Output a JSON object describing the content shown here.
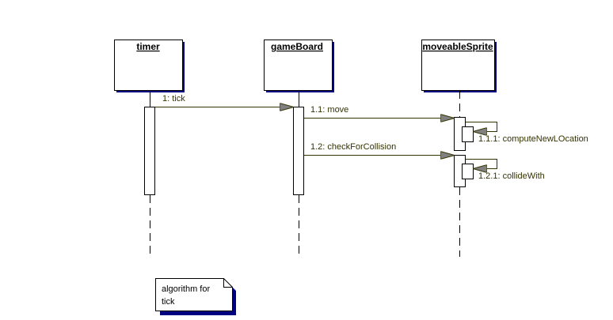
{
  "diagram": {
    "type": "UML sequence diagram",
    "colors": {
      "box_border": "#000000",
      "box_shadow": "#000080",
      "message_line": "#333300",
      "arrowhead_fill": "#808080",
      "label_text": "#333300"
    },
    "objects": [
      {
        "id": "timer",
        "name": "timer"
      },
      {
        "id": "gameBoard",
        "name": "gameBoard"
      },
      {
        "id": "moveableSprite",
        "name": "moveableSprite"
      }
    ],
    "messages": [
      {
        "id": "m1",
        "label": "1: tick",
        "from": "timer",
        "to": "gameBoard"
      },
      {
        "id": "m11",
        "label": "1.1: move",
        "from": "gameBoard",
        "to": "moveableSprite"
      },
      {
        "id": "m111",
        "label": "1.1.1: computeNewLOcation",
        "from": "moveableSprite",
        "to": "moveableSprite"
      },
      {
        "id": "m12",
        "label": "1.2: checkForCollision",
        "from": "gameBoard",
        "to": "moveableSprite"
      },
      {
        "id": "m121",
        "label": "1.2.1: collideWith",
        "from": "moveableSprite",
        "to": "moveableSprite"
      }
    ],
    "note": {
      "lines": [
        "algorithm for",
        "tick"
      ]
    }
  }
}
